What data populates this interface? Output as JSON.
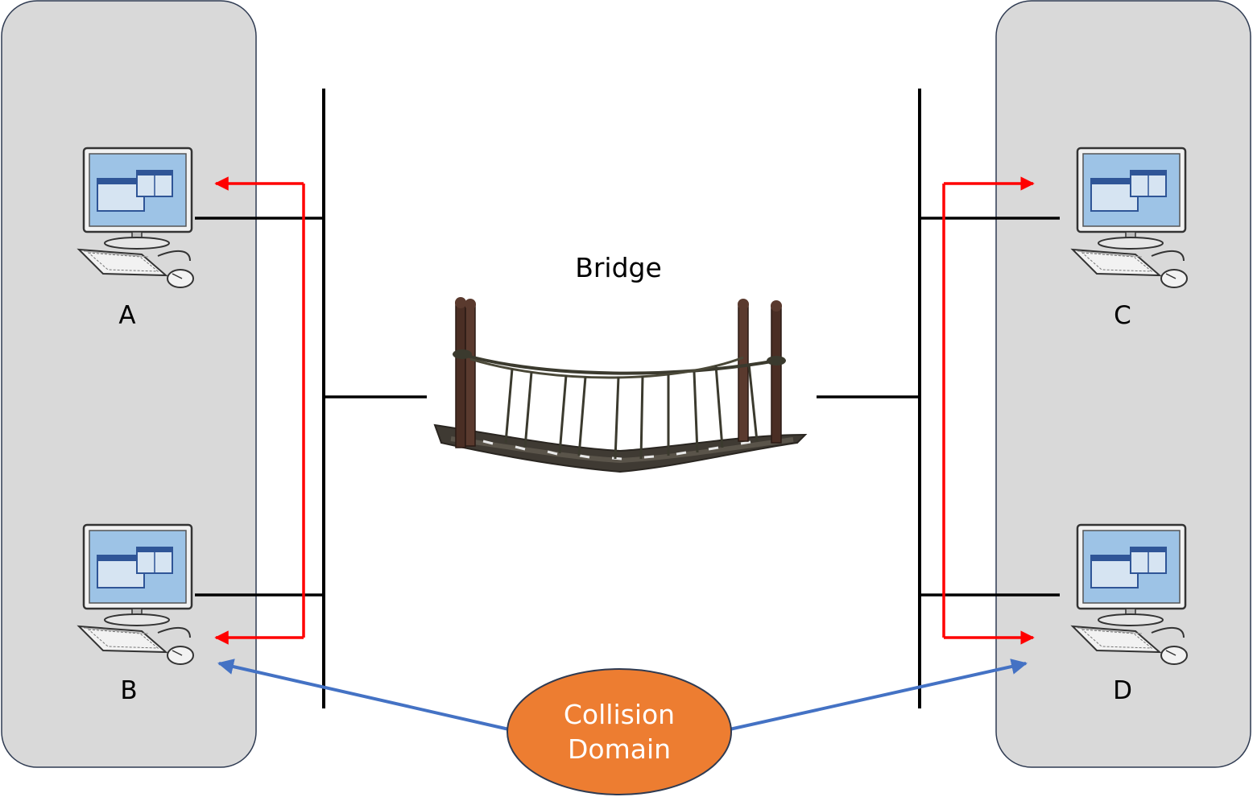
{
  "bridge_label": "Bridge",
  "hosts": {
    "a": "A",
    "b": "B",
    "c": "C",
    "d": "D"
  },
  "collision_domain": {
    "line1": "Collision",
    "line2": "Domain"
  },
  "colors": {
    "panel_fill": "#d9d9d9",
    "panel_stroke": "#2f3b52",
    "bus": "#000000",
    "frame_arrow": "#ff0000",
    "domain_arrow": "#4472c4",
    "domain_fill": "#ed7d31",
    "domain_stroke": "#2f3b52",
    "screen": "#9dc3e6"
  }
}
